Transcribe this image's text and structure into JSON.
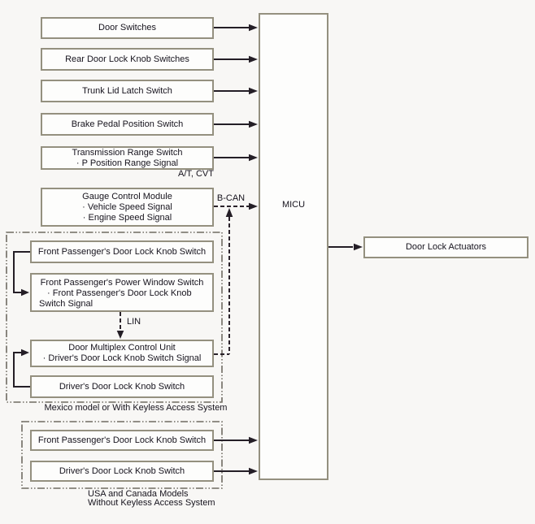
{
  "colors": {
    "page_bg": "#f8f7f5",
    "box_bg": "#fdfdfc",
    "box_border": "#94907f",
    "solid_line": "#241e26",
    "dashed_bus_line": "#2a222a",
    "group_border": "#6f6b62",
    "text": "#16131d"
  },
  "micu": {
    "label": "MICU"
  },
  "actuators": {
    "label": "Door Lock Actuators"
  },
  "inputs": [
    {
      "label": "Door Switches"
    },
    {
      "label": "Rear Door Lock Knob Switches"
    },
    {
      "label": "Trunk Lid Latch Switch"
    },
    {
      "label": "Brake Pedal Position Switch"
    },
    {
      "label": "Transmission Range Switch",
      "signal": "· P Position Range Signal"
    }
  ],
  "notes": {
    "at_cvt": "A/T, CVT",
    "b_can": "B-CAN",
    "lin": "LIN"
  },
  "gauge": {
    "label": "Gauge Control Module",
    "signal_1": "· Vehicle Speed Signal",
    "signal_2": "· Engine Speed Signal"
  },
  "keyless_group": {
    "fp_door_lock_knob": "Front Passenger's Door Lock Knob Switch",
    "fp_power_window": "Front Passenger's Power Window Switch",
    "fp_power_window_signal": "· Front Passenger's Door Lock Knob Switch Signal",
    "door_multiplex": "Door Multiplex Control Unit",
    "door_multiplex_signal": "· Driver's Door Lock Knob Switch Signal",
    "driver_door_lock_knob": "Driver's Door Lock Knob Switch",
    "caption": "Mexico model or With Keyless Access System"
  },
  "usa_group": {
    "fp_door_lock_knob": "Front Passenger's Door Lock Knob Switch",
    "driver_door_lock_knob": "Driver's Door Lock Knob Switch",
    "caption_line_1": "USA and Canada Models",
    "caption_line_2": "Without Keyless Access System"
  }
}
